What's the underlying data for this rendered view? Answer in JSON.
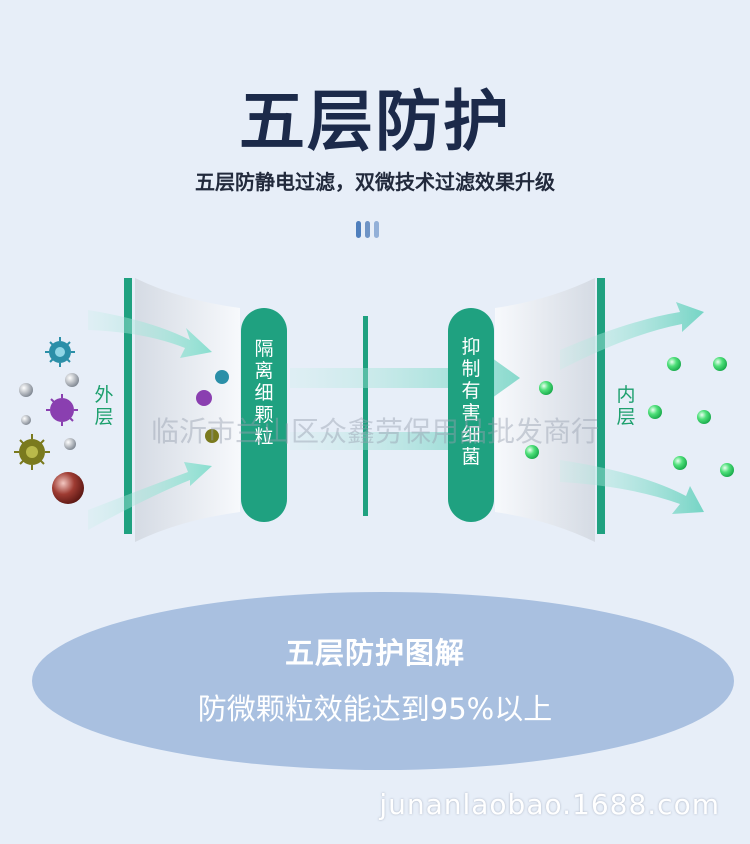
{
  "header": {
    "title": "五层防护",
    "subtitle": "五层防静电过滤，双微技术过滤效果升级"
  },
  "diagram": {
    "outer_label": [
      "外",
      "层"
    ],
    "inner_label": [
      "内",
      "层"
    ],
    "pill_left": [
      "隔",
      "离",
      "细",
      "颗",
      "粒"
    ],
    "pill_right": [
      "抑",
      "制",
      "有",
      "害",
      "细",
      "菌"
    ],
    "watermark": "临沂市兰山区众鑫劳保用品批发商行"
  },
  "summary": {
    "title": "五层防护图解",
    "description": "防微颗粒效能达到95%以上"
  },
  "footer": {
    "site": "junanlaobao.1688.com"
  },
  "colors": {
    "accent_green": "#1fa180",
    "title_navy": "#1c2a4a",
    "ellipse_blue": "#a9c0e0"
  }
}
